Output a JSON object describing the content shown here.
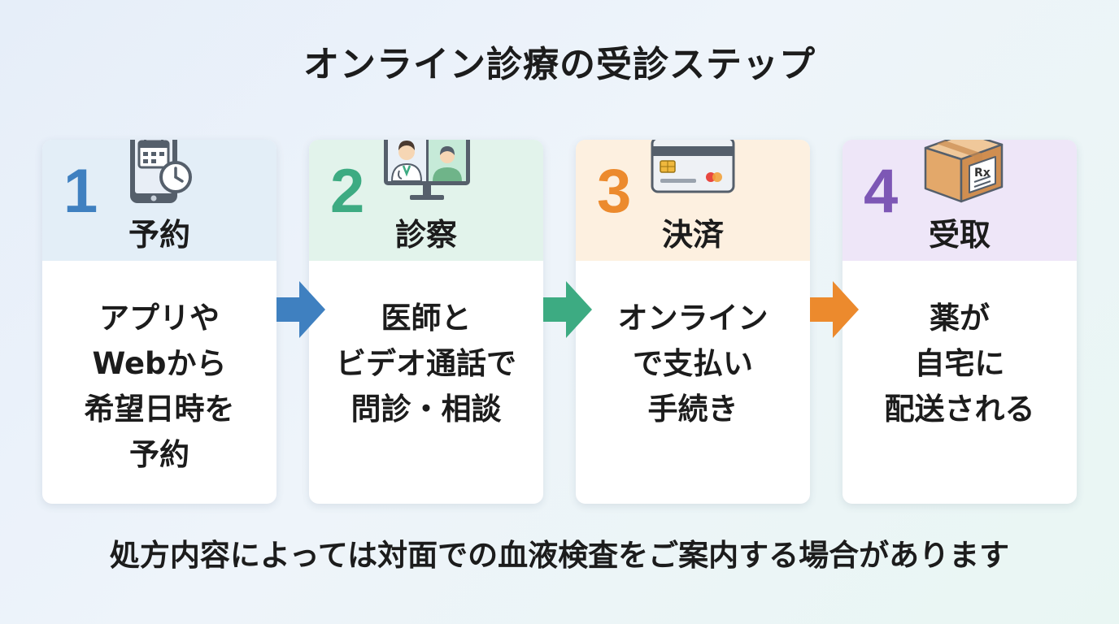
{
  "title": "オンライン診療の受診ステップ",
  "steps": [
    {
      "number": "1",
      "label": "予約",
      "icon": "smartphone-calendar-clock-icon",
      "color": "#3f80c0",
      "header_bg": "#e3eef7",
      "lines": [
        "アプリや",
        "Webから",
        "希望日時を",
        "予約"
      ]
    },
    {
      "number": "2",
      "label": "診察",
      "icon": "video-call-doctor-icon",
      "color": "#3dab82",
      "header_bg": "#e2f3eb",
      "lines": [
        "医師と",
        "ビデオ通話で",
        "問診・相談"
      ]
    },
    {
      "number": "3",
      "label": "決済",
      "icon": "credit-card-icon",
      "color": "#ec8a2d",
      "header_bg": "#fdf0e0",
      "lines": [
        "オンライン",
        "で支払い",
        "手続き"
      ]
    },
    {
      "number": "4",
      "label": "受取",
      "icon": "medicine-package-icon",
      "color": "#7d57b5",
      "header_bg": "#eee6f8",
      "lines": [
        "薬が",
        "自宅に",
        "配送される"
      ]
    }
  ],
  "arrows": [
    {
      "icon": "arrow-right-icon",
      "color": "#3f80c0"
    },
    {
      "icon": "arrow-right-icon",
      "color": "#3dab82"
    },
    {
      "icon": "arrow-right-icon",
      "color": "#ec8a2d"
    }
  ],
  "footer": "処方内容によっては対面での血液検査をご案内する場合があります"
}
